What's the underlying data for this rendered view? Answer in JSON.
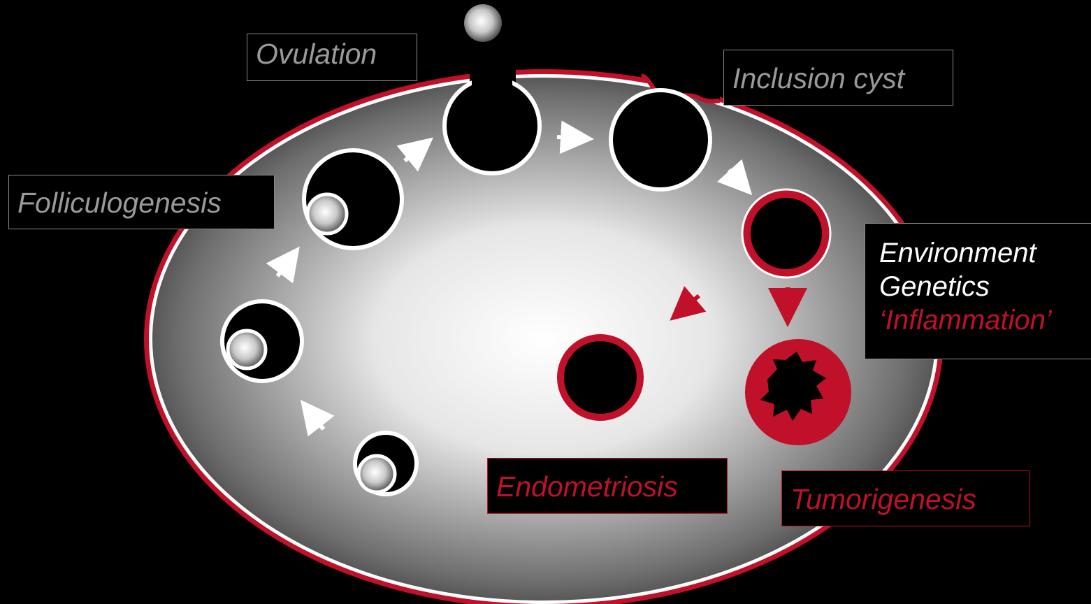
{
  "labels": {
    "ovulation": "Ovulation",
    "inclusion_cyst": "Inclusion cyst",
    "folliculogenesis": "Folliculogenesis",
    "environment": "Environment",
    "genetics": "Genetics",
    "inflammation": "‘Inflammation’",
    "endometriosis": "Endometriosis",
    "tumorigenesis": "Tumorigenesis"
  },
  "colors": {
    "background": "#000000",
    "accent_red": "#c0102a",
    "outline_white": "#ffffff",
    "label_grey": "#9a9a9a"
  }
}
